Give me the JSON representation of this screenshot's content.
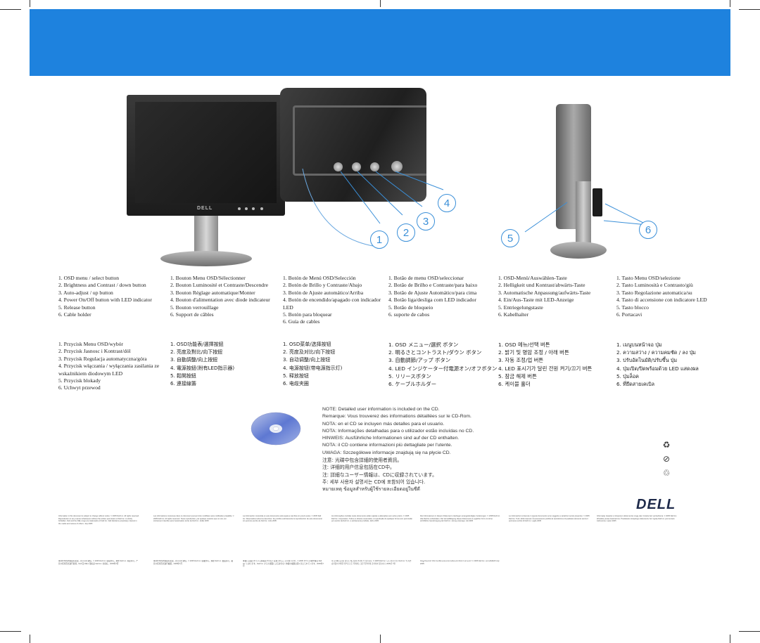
{
  "banner": {
    "color": "#1e82de"
  },
  "monitor_front": {
    "logo": "DELL"
  },
  "callouts": [
    "1",
    "2",
    "3",
    "4",
    "5",
    "6"
  ],
  "columns": [
    {
      "lang": "en",
      "items": [
        "1. OSD menu / select button",
        "2. Brightness and Contrast / down button",
        "3. Auto-adjust / up button",
        "4. Power On/Off button with LED indicator",
        "5. Release button",
        "6. Cable holder"
      ]
    },
    {
      "lang": "fr",
      "items": [
        "1. Bouton Menu OSD/Sélectionner",
        "2. Bouton Luminosité et Contraste/Descendre",
        "3. Bouton Réglage automatique/Monter",
        "4. Bouton d'alimentation avec diode indicateur",
        "5. Bouton verrouillage",
        "6. Support de câbles"
      ]
    },
    {
      "lang": "es",
      "items": [
        "1. Botón de Menú OSD/Selección",
        "2. Botón de Brillo y Contraste/Abajo",
        "3. Botón de Ajuste automático/Arriba",
        "4. Botón de encendido/apagado con indicador LED",
        "5. Botón para bloquear",
        "6. Guía de cables"
      ]
    },
    {
      "lang": "pt",
      "items": [
        "1. Botão de menu OSD/seleccionar",
        "2. Botão de Brilho e Contraste/para baixo",
        "3. Botão de Ajuste Automático/para cima",
        "4. Botão liga/desliga com LED indicador",
        "5. Botão de bloqueio",
        "6. suporte de cabos"
      ]
    },
    {
      "lang": "de",
      "items": [
        "1. OSD-Menü/Auswählen-Taste",
        "2. Helligkeit und Kontrast/abwärts-Taste",
        "3. Automatische Anpassung/aufwärts-Taste",
        "4. Ein/Aus-Taste mit LED-Anzeige",
        "5. Entriegelungstaste",
        "6. Kabelhalter"
      ]
    },
    {
      "lang": "it",
      "items": [
        "1. Tasto Menu OSD/selezione",
        "2. Tasto Luminosità e Contrasto/giù",
        "3. Tasto Regolazione automatica/su",
        "4. Tasto di accensione con indicatore LED",
        "5. Tasto blocco",
        "6. Portacavi"
      ]
    },
    {
      "lang": "pl",
      "items": [
        "1. Przycisk Menu OSD/wybór",
        "2. Przycisk Jasnosc i Kontrast/dól",
        "3. Przycisk Regulacja automatyczna/góra",
        "4. Przycisk włączania / wyłączania zasilania ze wskaźnikiem diodowym LED",
        "5. Przycisk blokady",
        "6. Uchwyt przewod"
      ]
    },
    {
      "lang": "zh-TW",
      "items": [
        "1. OSD功能表/選擇按鈕",
        "2. 亮度及對比/向下按鈕",
        "3. 自動調整/向上按鈕",
        "4. 電源按鈕(附有LED指示器)",
        "5. 鬆開按鈕",
        "6. 連接線籌"
      ]
    },
    {
      "lang": "zh-CN",
      "items": [
        "1. OSD菜单/选择按钮",
        "2. 亮度及对比/向下按钮",
        "3. 自动调整/向上按钮",
        "4. 电源按钮(带电源指示灯)",
        "5. 释放按钮",
        "6. 电缆夹圈"
      ]
    },
    {
      "lang": "ja",
      "items": [
        "1. OSD メニュー/選択 ボタン",
        "2. 明るさとコントラスト/ダウン ボタン",
        "3. 自動調節/アップ ボタン",
        "4. LED インジケーター付電源オン/オフボタン",
        "5. リリースボタン",
        "6. ケーブルホルダー"
      ]
    },
    {
      "lang": "ko",
      "items": [
        "1. OSD 메뉴/선택 버튼",
        "2. 밝기 및 명암 조정 / 아래 버튼",
        "3. 자동 조정/업 버튼",
        "4. LED 표시기가 달린 전원 켜기/끄기 버튼",
        "5. 잠금 해제 버튼",
        "6. 케이블 홀더"
      ]
    },
    {
      "lang": "th",
      "items": [
        "1. เมนูบนหน้าจอ ปุ่ม",
        "2. ความสว่าง / ความคมชัด / ลง ปุ่ม",
        "3. ปรับอัตโนมัติ/ปรับขึ้น ปุ่ม",
        "4. ปุ่มเปิด/ปิดพร้อมด้วย LED แสดงผล",
        "5. ปุ่มล็อค",
        "6. ที่ยึดสายเคเบิล"
      ]
    }
  ],
  "note_lines": [
    "NOTE: Detailed user information is included on the CD.",
    "Remarque: Vous trouverez des informations détaillées sur le CD-Rom.",
    "NOTA: en el CD se incluyen más detalles para el usuario.",
    "NOTA: Informações detalhadas para o utilizador estão incluídas no CD.",
    "HINWEIS: Ausführliche Informationen sind auf der CD enthalten.",
    "NOTA: il CD contiene informazioni più dettagliate per l'utente.",
    "UWAGA: Szczegółowe informacje znajdują się na płycie CD.",
    "注意: 光碟中包含詳細的使用者資訊。",
    "注: 详细的用户信息包括在CD中。",
    "注: 詳細なユーザー情報は、CDに収録されています。",
    "주: 세부 사용자 설명서는 CD에 포함되어 있습니다.",
    "หมายเหตุ ข้อมูลสำหรับผู้ใช้รายละเอียดอยู่ในซีดี"
  ],
  "eco_icons": [
    "recycle-icon",
    "no-disposal-icon",
    "paper-recycle-icon"
  ],
  "legal_blocks": [
    {
      "text": "Information in this document is subject to change without notice. © 2005 Dell Inc. All rights reserved. Reproduction in any manner whatsoever without the written permission of Dell Inc. is strictly forbidden. Dell and the DELL logo are trademarks of Dell Inc. Dell disclaims proprietary interest in the marks and names of others. July 2005"
    },
    {
      "text": "Les informations contenues dans ce document peuvent être modifiées sans notification préalable. © 2005 Dell Inc. All rights reserved. Toute reproduction, par quelque manière que ce soit, est strictement interdite sans l'autorisation écrite de Dell Inc. Juillet 2005"
    },
    {
      "text": "La información contenida en este documento está sujeta a cambios sin previo aviso. © 2005 Dell Inc. Reservados todos los derechos. Se prohíbe estrictamente la reproducción de este documento sin permiso escrito de Dell Inc. Julio 2005"
    },
    {
      "text": "As informações contidas neste documento estão sujeitas a alterações sem aviso prévio. © 2005 Dell Inc. Corporation. Todos os direitos reservados. A reprodução de qualquer forma sem permissão por escrito da Dell Inc. é estritamente proibida. Julho 2005"
    },
    {
      "text": "Die Informationen in diesem Dokument unterliegen unangekündigten Änderungen. © 2005 Dell Inc. Alle Rechte vorbehalten. Die Vervielfältigung dieses Dokuments in jeglicher Form ist ohne schriftliche Genehmigung der Dell Inc. streng untersagt. Juli 2005"
    },
    {
      "text": "Le informazioni contenute in questo documento sono soggette a variazioni senza preavviso. © 2005 Dell Inc. Tutti i diritti riservati. È severamente proibita la riproduzione di qualsiasi elemento senza il permesso scritto di Dell Inc. Luglio 2005"
    },
    {
      "text": "Informacje zawarte w niniejszym dokumencie mogą ulec zmianie bez uprzedzenia. © 2005 Dell Inc. Wszelkie prawa zastrzeżone. Powielanie niniejszego dokumentu bez zgody Dell Inc. jest surowo zabronione. Lipiec 2005"
    },
    {
      "text": "本文件中的内容如有更改，恕不另行通知。© 2005 Dell Inc. 版权所有。未经 Dell Inc. 书面许可，严禁以任何形式进行复制。Dell 及 DELL 徽标是 Dell Inc. 的商标。2005年7月"
    },
    {
      "text": "本文件中的内容如有更改，恕不另行通知。© 2005 Dell Inc. 版權所有。未經 Dell Inc. 書面許可，嚴禁以任何形式進行複製。2005年7月"
    },
    {
      "text": "本書に記載されている情報は予告なく変更されることがあります。© 2005 すべての著作権は Dell Inc. にあります。Dell Inc. からの書面による許可なく本書の複製は固く禁じられています。2005年7月"
    },
    {
      "text": "이 문서에 포함된 정보는 예고없이 변경될 수 있습니다. © 2005 Dell Inc. 모든 판권 소유. Dell Inc. 의 서면 승인없이 어떠한 방식으로든 복제하는 것은 엄격하게 금지되어 있습니다. 2005년 7월"
    },
    {
      "text": "ข้อมูลในเอกสารนี้อาจเปลี่ยนแปลงโดยไม่ต้องแจ้งให้ทราบล่วงหน้า © 2005 Dell Inc. สงวนลิขสิทธิ์ July 2005"
    }
  ],
  "brand": {
    "logo": "DELL"
  }
}
